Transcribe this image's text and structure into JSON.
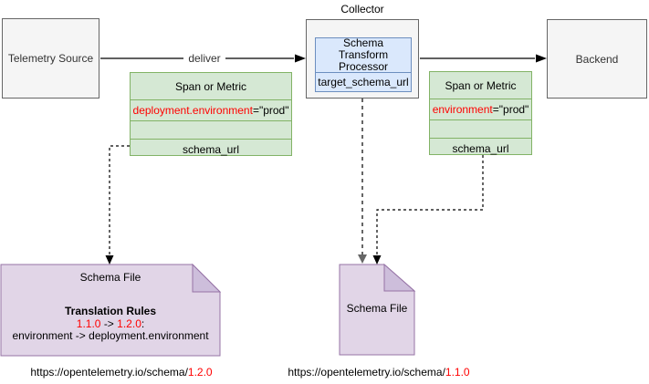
{
  "diagram": {
    "collector_label": "Collector",
    "telemetry_source": {
      "label": "Telemetry Source"
    },
    "backend": {
      "label": "Backend"
    },
    "processor": {
      "title": "Schema Transform Processor",
      "field": "target_schema_url"
    },
    "deliver_edge": {
      "label": "deliver"
    },
    "span_table_left": {
      "header": "Span or Metric",
      "attribute": {
        "key": "deployment.environment",
        "value": "=\"prod\""
      },
      "empty_row": "",
      "field": "schema_url"
    },
    "span_table_right": {
      "header": "Span or Metric",
      "attribute": {
        "key": "environment",
        "value": "=\"prod\""
      },
      "empty_row": "",
      "field": "schema_url"
    },
    "schema_file_left": {
      "title": "Schema File",
      "rules_heading": "Translation Rules",
      "version_map": {
        "from": "1.1.0",
        "arrow": "->",
        "to": "1.2.0",
        "colon": ":"
      },
      "rename_rule": "environment -> deployment.environment",
      "url": {
        "base": "https://opentelemetry.io/schema/",
        "version": "1.2.0"
      }
    },
    "schema_file_right": {
      "title": "Schema File",
      "url": {
        "base": "https://opentelemetry.io/schema/",
        "version": "1.1.0"
      }
    },
    "colors": {
      "node_fill": "#F5F5F5",
      "node_stroke": "#666666",
      "processor_fill": "#DAE8FC",
      "processor_stroke": "#6C8EBF",
      "record_fill": "#D5E8D4",
      "record_stroke": "#82B366",
      "file_fill": "#E1D5E7",
      "file_fold_fill": "#CDBEDB",
      "file_stroke": "#9673A6",
      "highlight_text": "#FF0000",
      "connector_black": "#000000",
      "connector_gray": "#666666"
    }
  }
}
